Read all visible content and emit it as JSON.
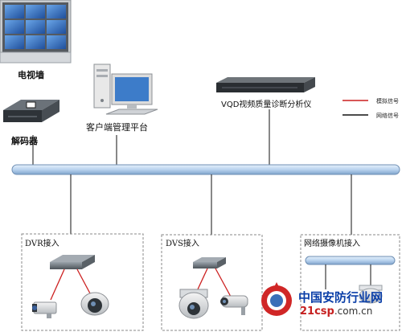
{
  "labels": {
    "video_wall": "电视墙",
    "decoder": "解码器",
    "client_platform": "客户端管理平台",
    "vqd": "VQD视频质量诊断分析仪",
    "dvr_access": "DVR接入",
    "dvs_access": "DVS接入",
    "ipc_access": "网络摄像机接入"
  },
  "legend": {
    "analog": "模拟信号",
    "network": "网络信号"
  },
  "watermark": {
    "cn": "中国安防行业网",
    "en": "21csp",
    "tld": ".com.cn"
  },
  "colors": {
    "bus_fill": "#b9d3ee",
    "analog_line": "#cc1f1f",
    "network_line": "#111111",
    "wall_screen": "#3b78c8"
  }
}
